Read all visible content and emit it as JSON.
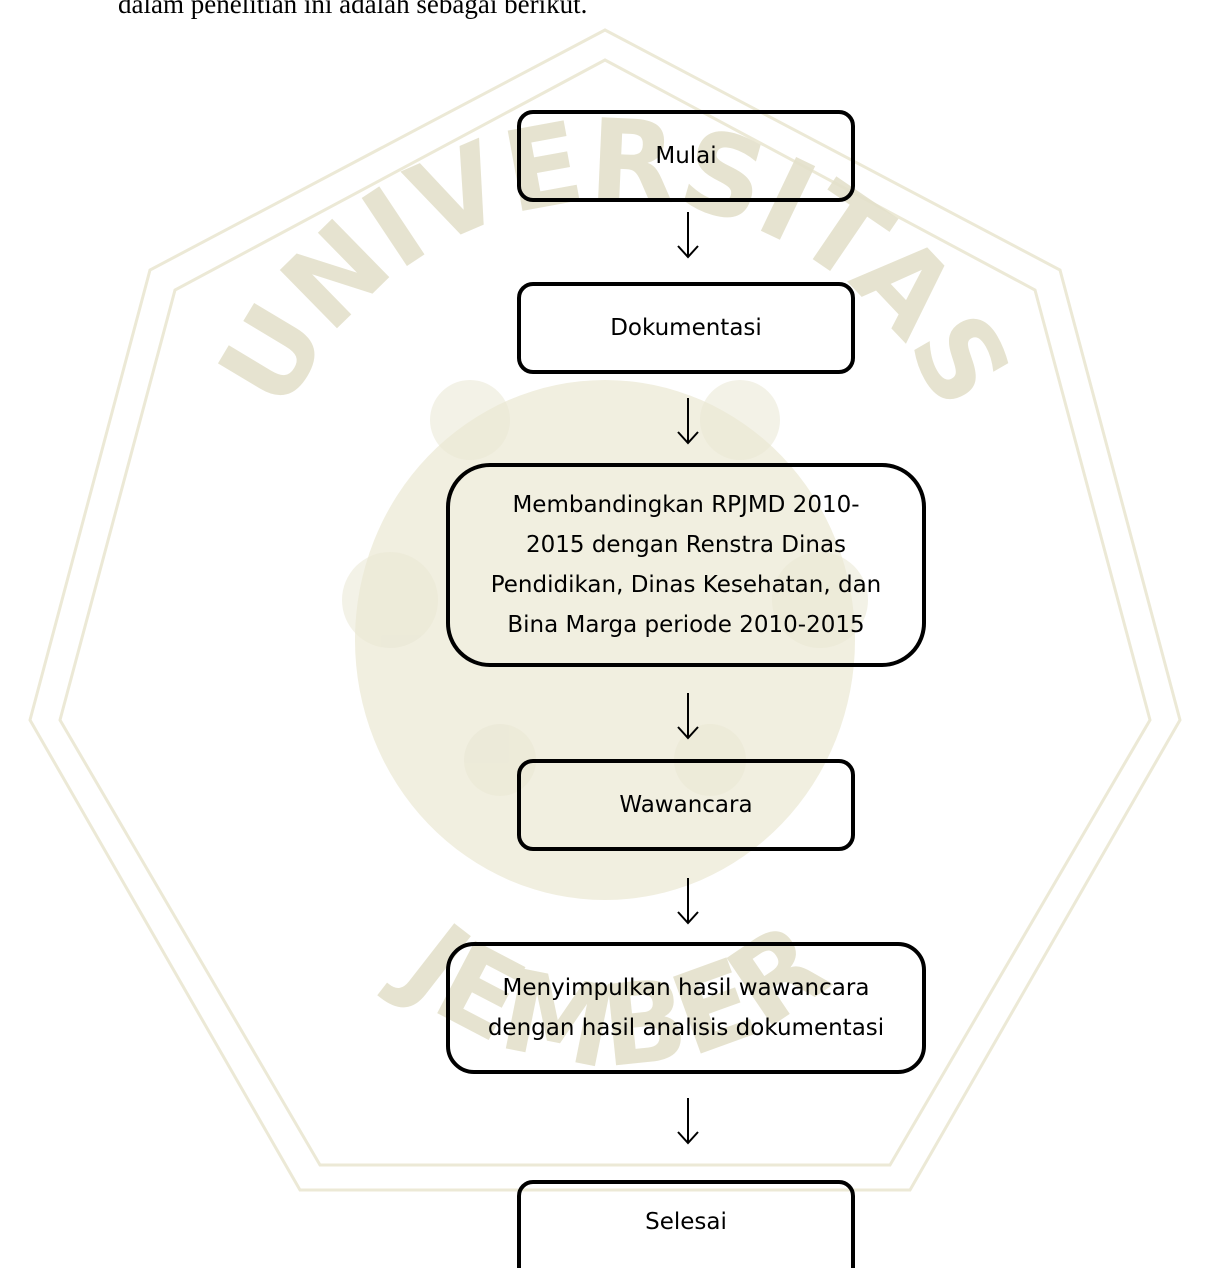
{
  "document": {
    "intro_text": "dalam penelitian ini adalah sebagai berikut."
  },
  "watermark": {
    "text": "UNIVERSITAS JEMBER",
    "color": "#e9e7d4"
  },
  "flowchart": {
    "steps": [
      {
        "id": "start",
        "lines": [
          "Mulai"
        ]
      },
      {
        "id": "documentation",
        "lines": [
          "Dokumentasi"
        ]
      },
      {
        "id": "compare",
        "lines": [
          "Membandingkan RPJMD 2010-",
          "2015 dengan Renstra Dinas",
          "Pendidikan, Dinas Kesehatan, dan",
          "Bina Marga periode 2010-2015"
        ]
      },
      {
        "id": "interview",
        "lines": [
          "Wawancara"
        ]
      },
      {
        "id": "conclude",
        "lines": [
          "Menyimpulkan hasil wawancara",
          "dengan hasil analisis dokumentasi"
        ]
      },
      {
        "id": "end",
        "lines": [
          "Selesai"
        ]
      }
    ]
  }
}
